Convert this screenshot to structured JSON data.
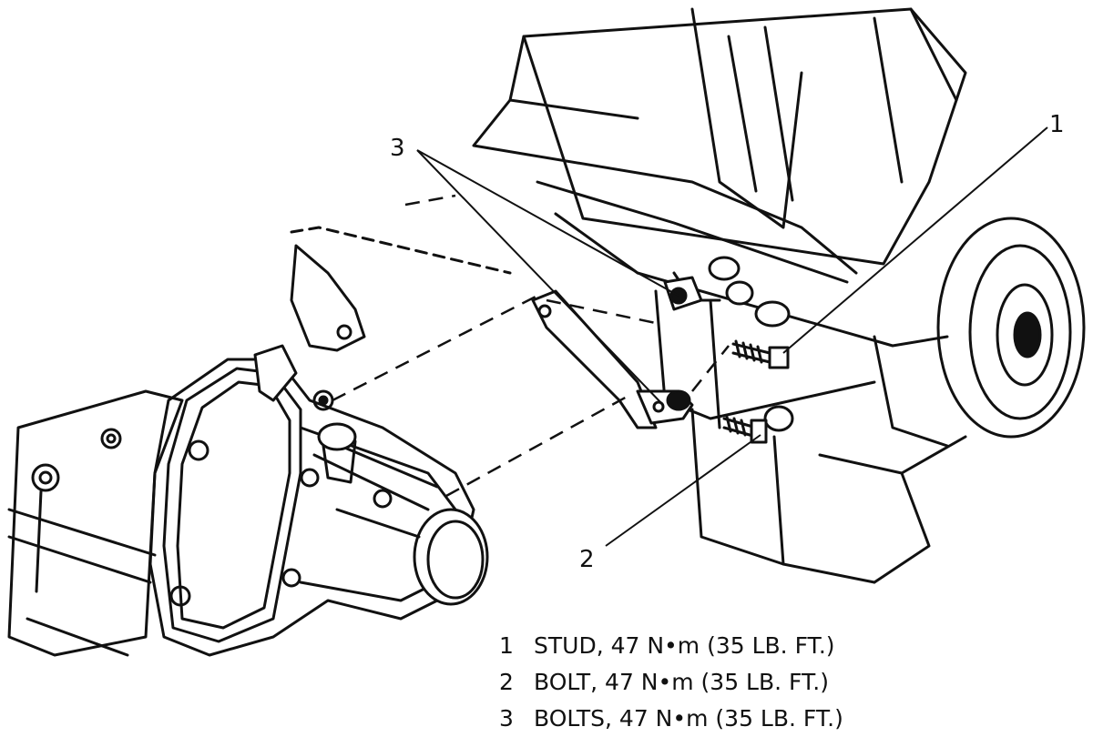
{
  "callouts": {
    "c1": "1",
    "c2": "2",
    "c3": "3"
  },
  "legend": [
    {
      "num": "1",
      "text": "STUD, 47 N•m (35 LB. FT.)"
    },
    {
      "num": "2",
      "text": "BOLT, 47 N•m (35 LB. FT.)"
    },
    {
      "num": "3",
      "text": "BOLTS, 47 N•m (35 LB. FT.)"
    }
  ]
}
